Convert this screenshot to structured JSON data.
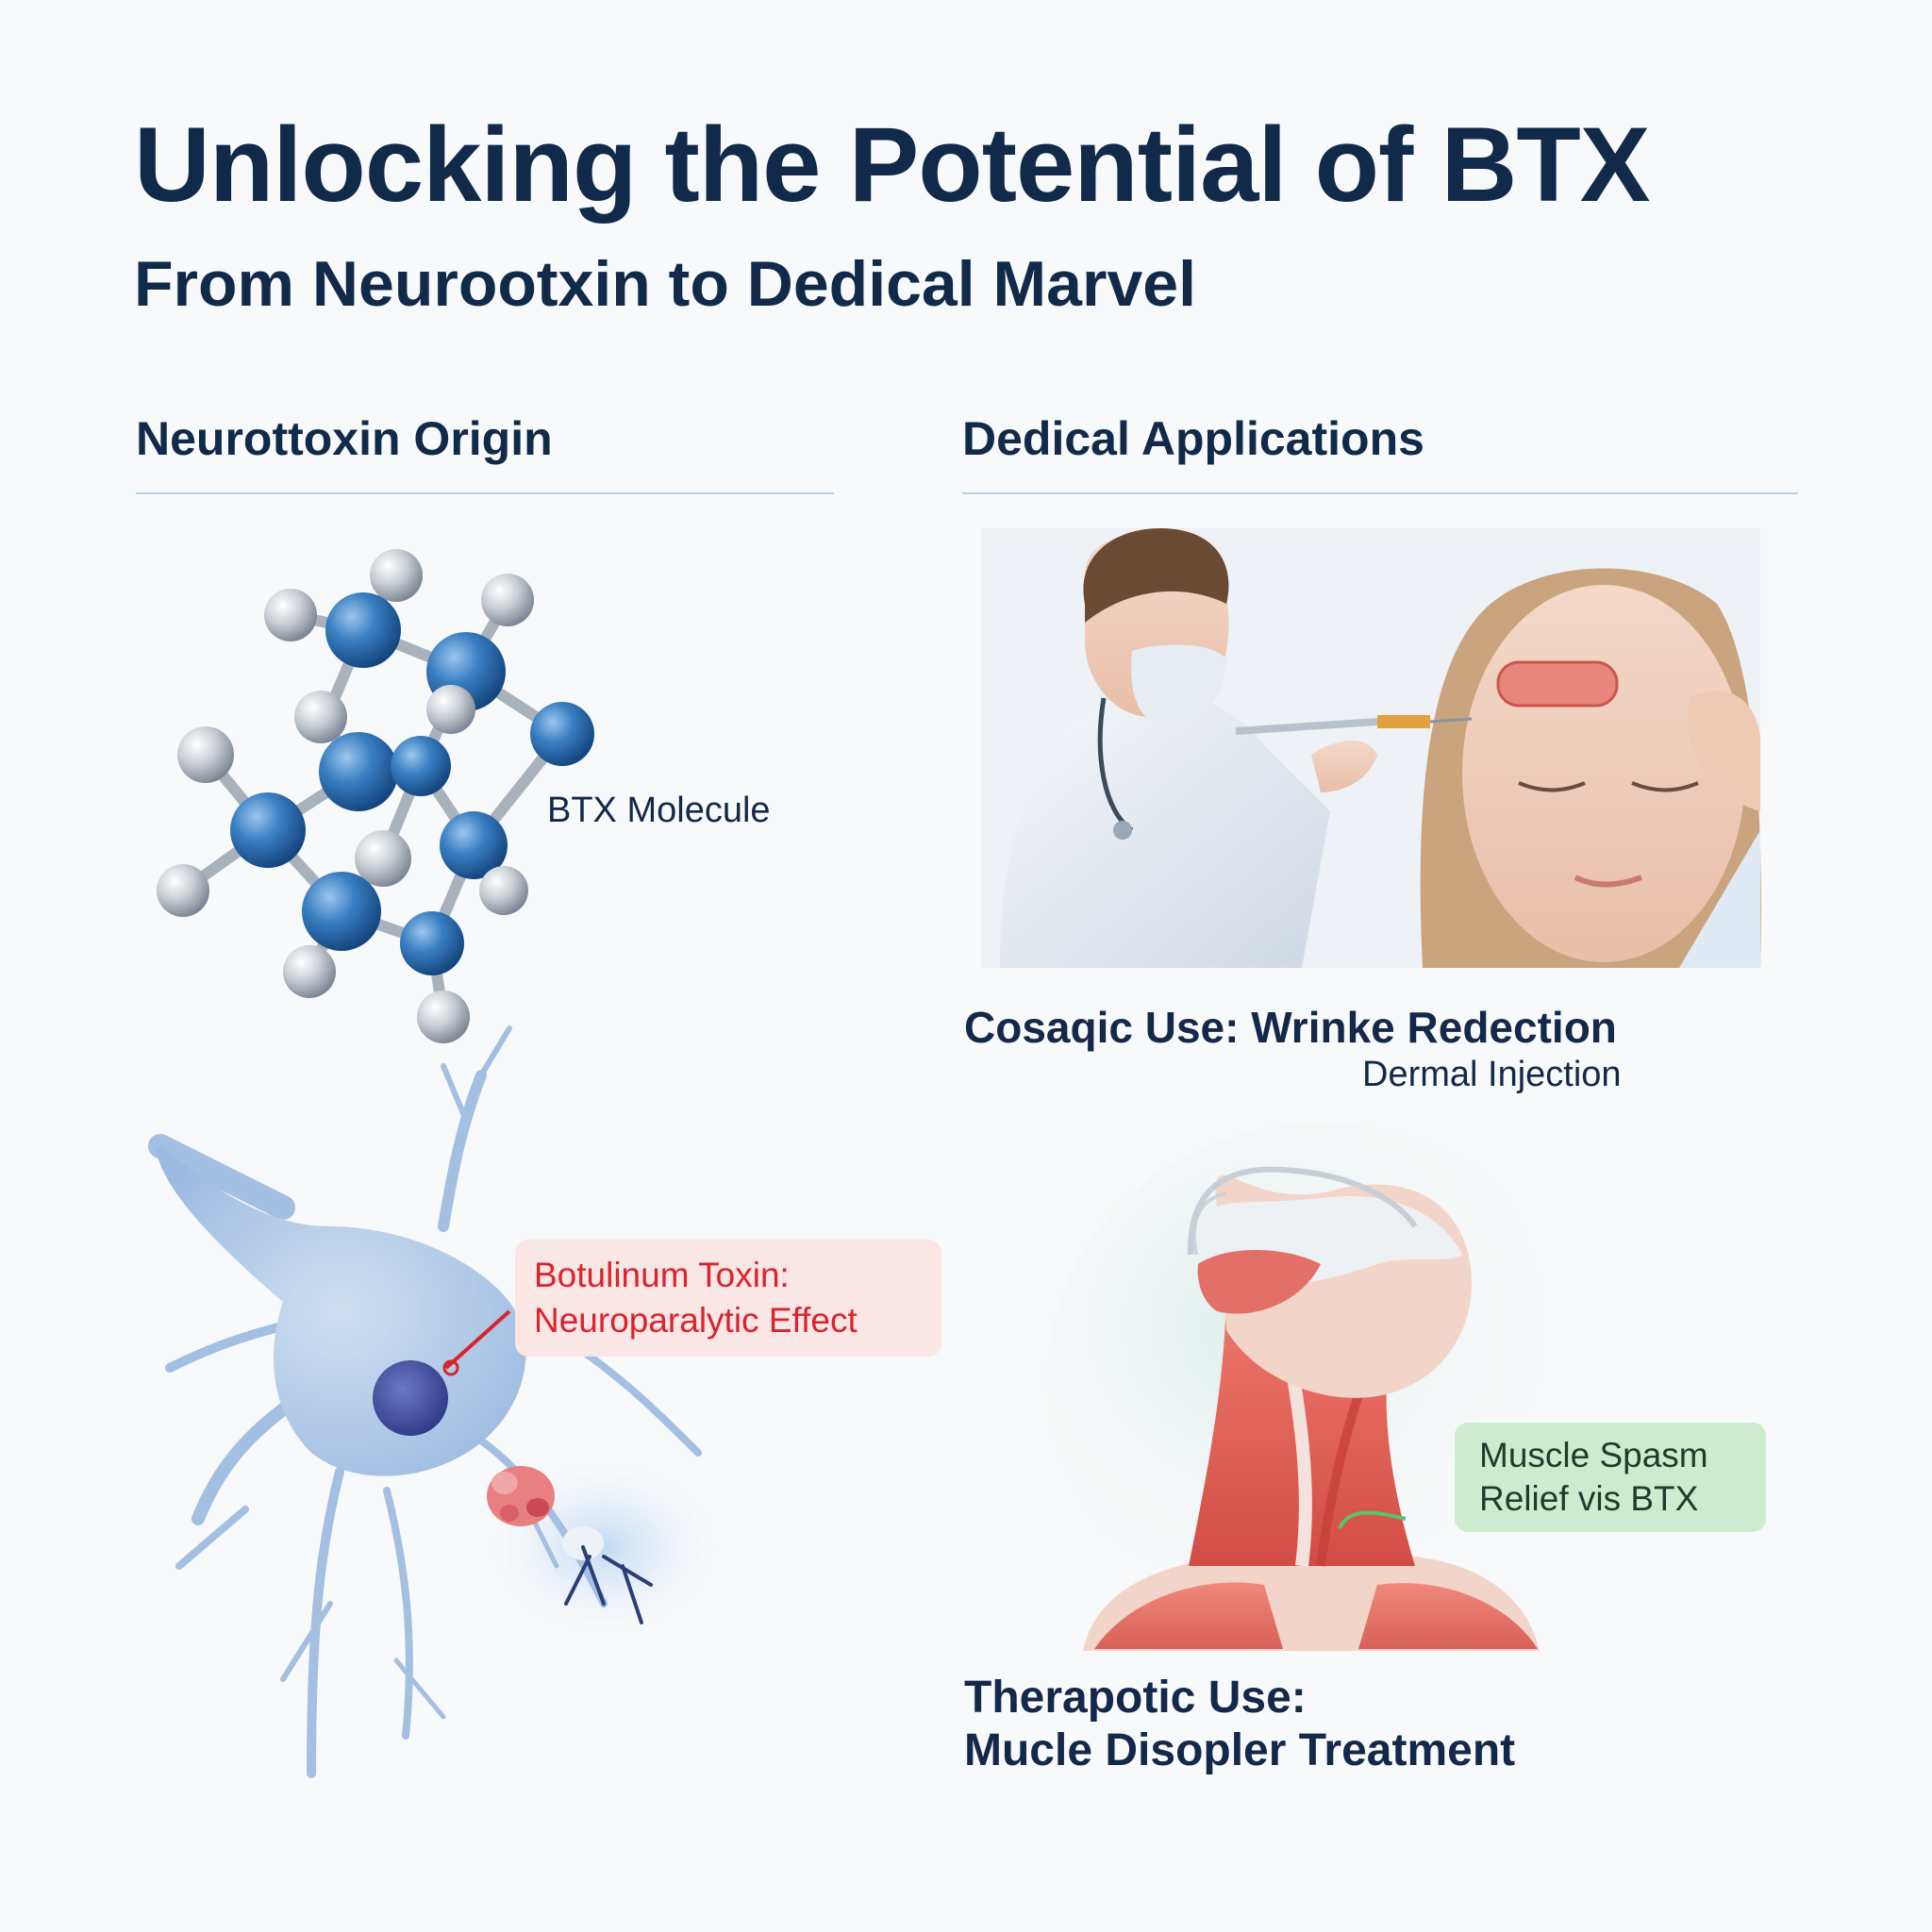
{
  "header": {
    "title": "Unlocking the Potential of BTX",
    "subtitle": "From Neurootxin to Dedical Marvel"
  },
  "left_section": {
    "heading": "Neurottoxin Origin",
    "molecule_label": "BTX Molecule",
    "neuron_callout": {
      "line1": "Botulinum Toxin:",
      "line2": "Neuroparalytic Effect"
    }
  },
  "right_section": {
    "heading": "Dedical Applications",
    "cosmetic": {
      "caption": "Cosaqic Use: Wrinke Redection",
      "sub_caption": "Dermal Injection"
    },
    "therapeutic": {
      "callout_line1": "Muscle Spasm",
      "callout_line2": "Relief vis BTX",
      "caption_line1": "Therapotic Use:",
      "caption_line2": "Mucle Disopler Treatment"
    }
  },
  "colors": {
    "title": "#112a4a",
    "rule": "#b6d4dc",
    "atom_blue": "#2f74b5",
    "atom_gray": "#c7ccd3",
    "neuron": "#a9c4e4",
    "toxin_red": "#d9232d",
    "callout_red_bg": "#fbe6e6",
    "callout_green_bg": "#cdeccf",
    "muscle_red": "#e2675c"
  },
  "icons": [
    "molecule-illustration",
    "neuron-illustration",
    "injection-photo",
    "neck-muscle-illustration"
  ]
}
